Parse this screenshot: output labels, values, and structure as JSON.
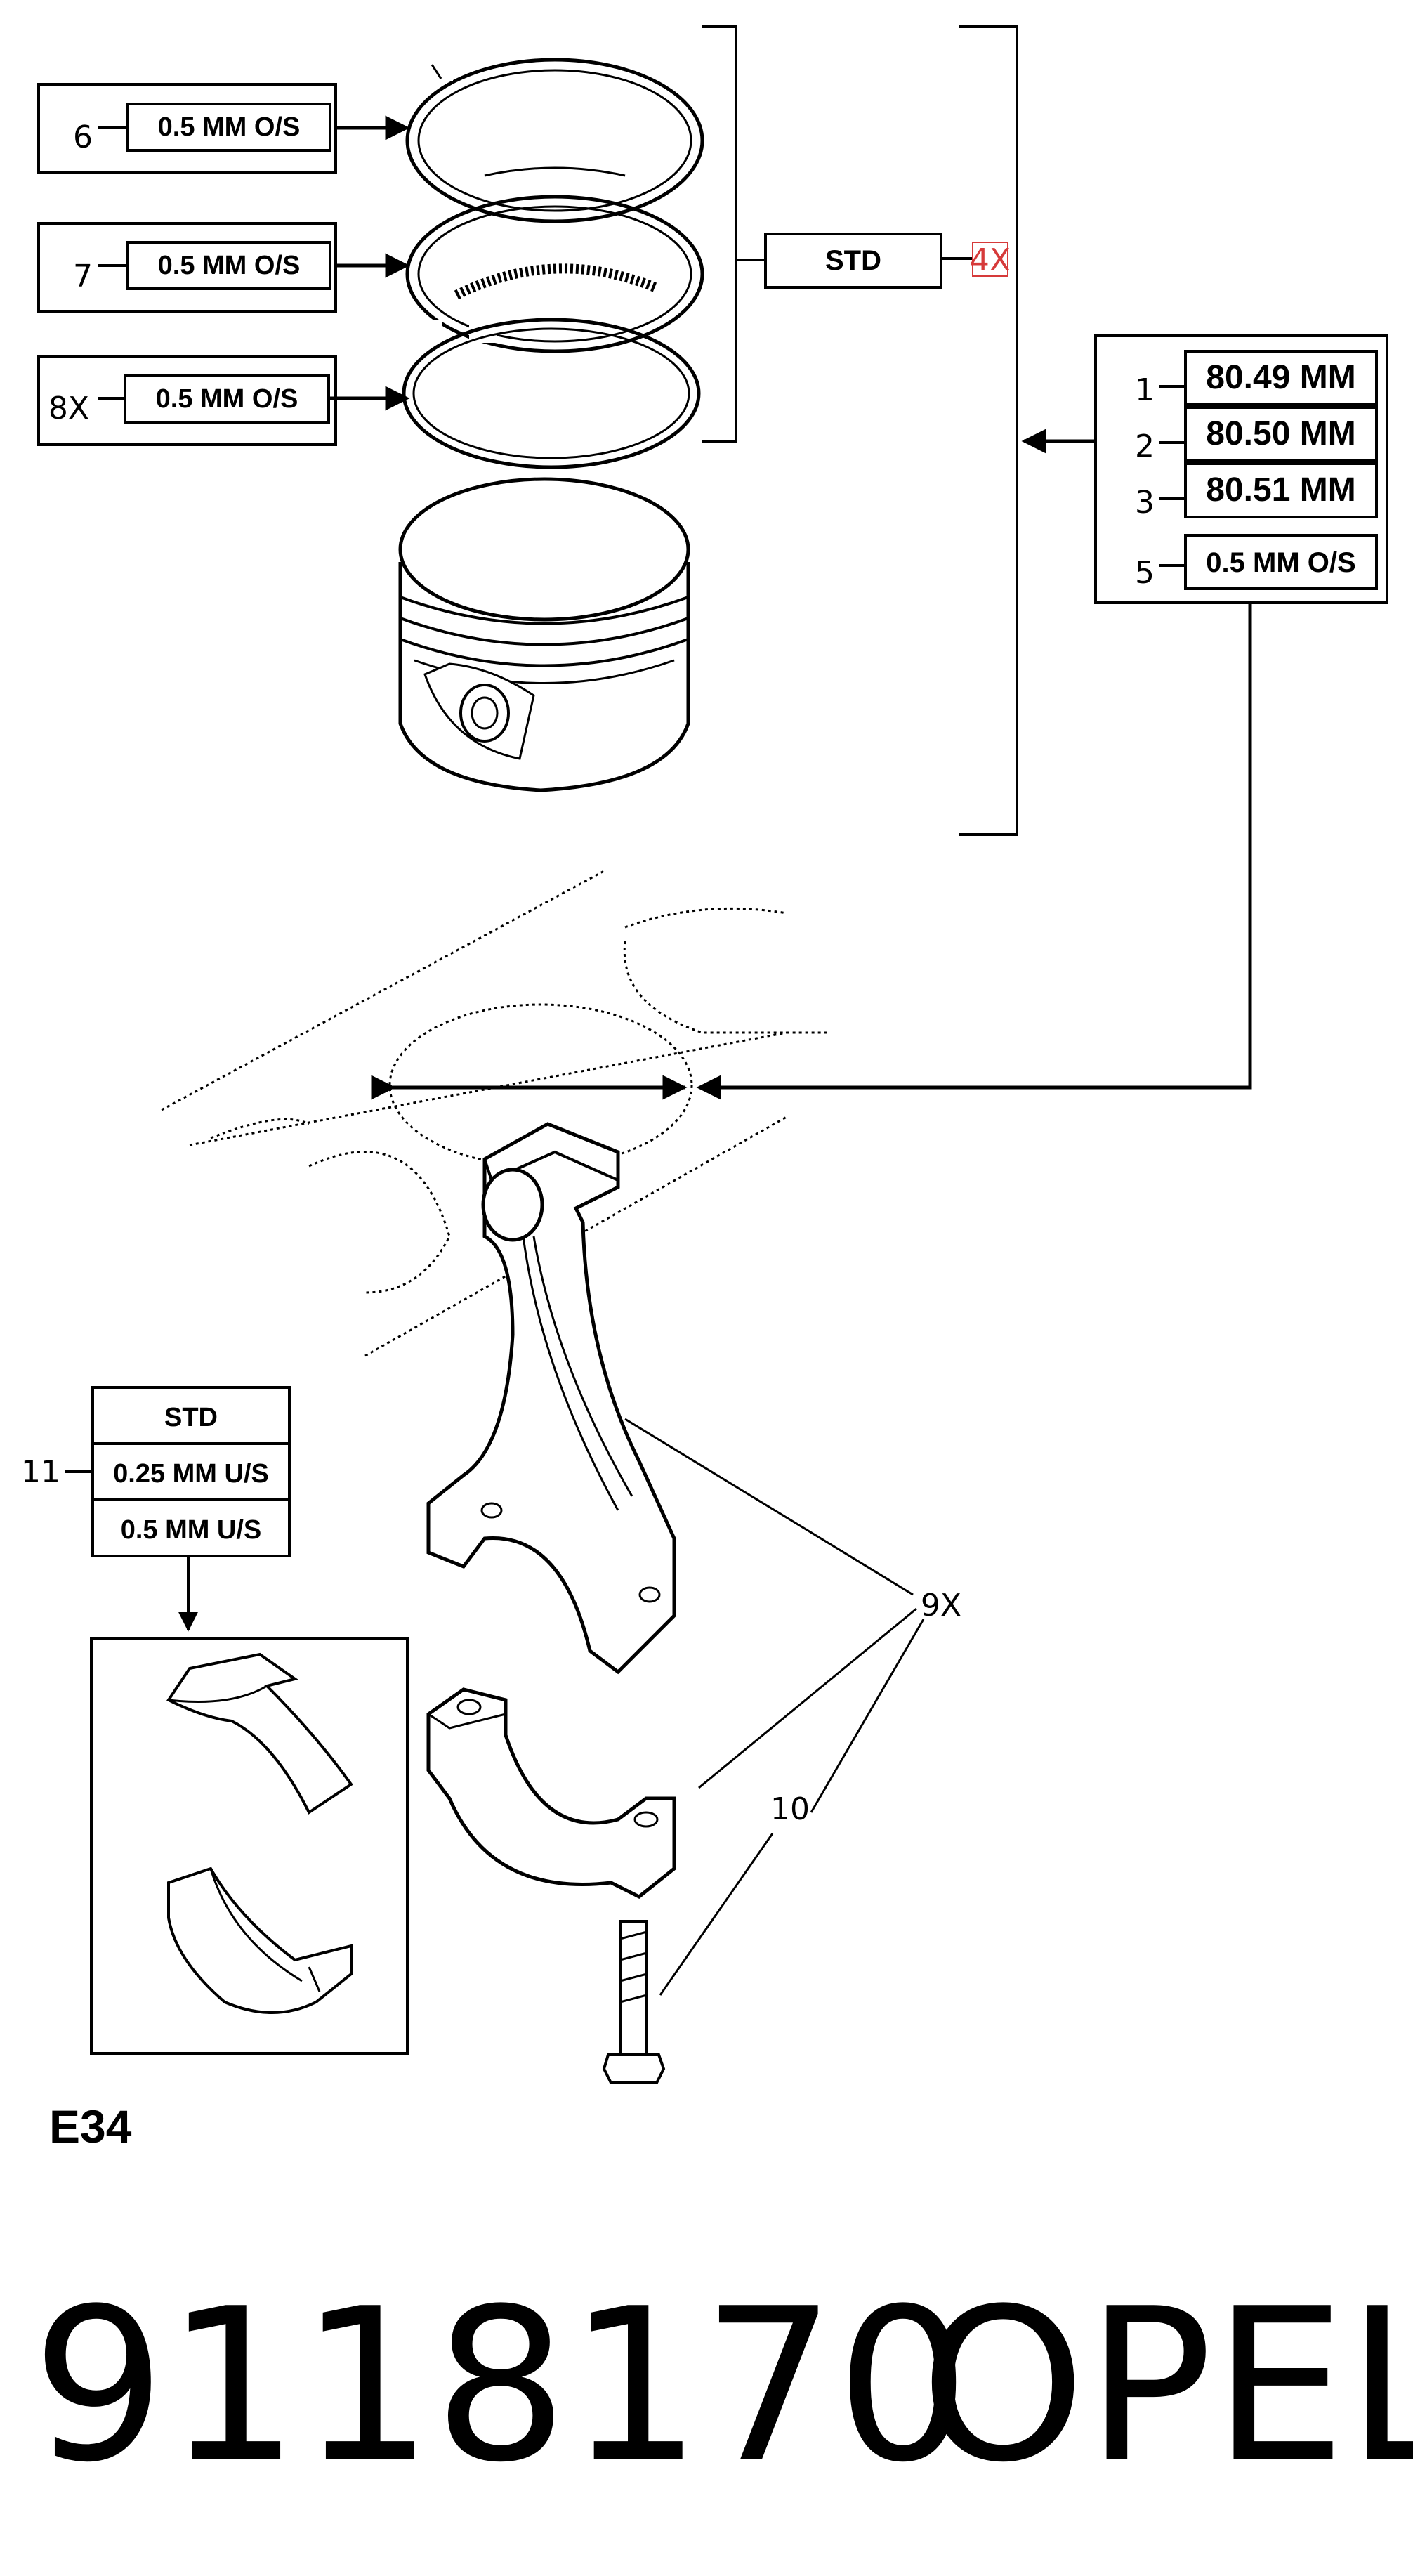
{
  "rings": [
    {
      "ref": "6",
      "size": "0.5 MM O/S"
    },
    {
      "ref": "7",
      "size": "0.5 MM O/S"
    },
    {
      "ref": "8X",
      "size": "0.5 MM O/S"
    }
  ],
  "std_box": {
    "label": "STD",
    "qty": "4X"
  },
  "piston_sizes": [
    {
      "ref": "1",
      "size": "80.49 MM"
    },
    {
      "ref": "2",
      "size": "80.50 MM"
    },
    {
      "ref": "3",
      "size": "80.51 MM"
    },
    {
      "ref": "5",
      "size": "0.5 MM O/S"
    }
  ],
  "bearings": {
    "ref": "11",
    "sizes": [
      "STD",
      "0.25 MM U/S",
      "0.5 MM U/S"
    ]
  },
  "callouts": {
    "rod": "9X",
    "bolt": "10"
  },
  "diagram_code": "E34",
  "footer": {
    "part_number": "9118170",
    "brand": "OPEL"
  },
  "colors": {
    "qty_highlight": "#d63a3a"
  }
}
